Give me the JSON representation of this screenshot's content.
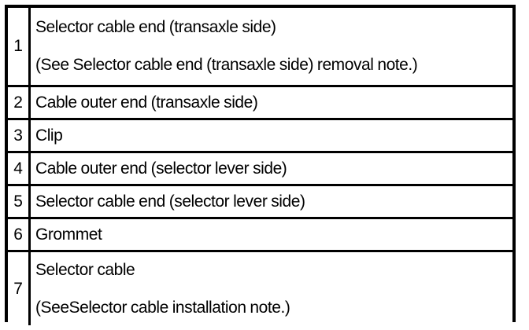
{
  "document": {
    "kind": "parts-legend-table",
    "background_color": "#ffffff",
    "ink_color": "#000000",
    "column_headers_visible": false,
    "columns": [
      "item-number",
      "part-description"
    ]
  },
  "table": {
    "rows": [
      {
        "number": "1",
        "description": "Selector cable end (transaxle side)",
        "note": "(See Selector cable end (transaxle side) removal note.)",
        "two_line": true
      },
      {
        "number": "2",
        "description": "Cable outer end (transaxle side)",
        "note": "",
        "two_line": false
      },
      {
        "number": "3",
        "description": "Clip",
        "note": "",
        "two_line": false
      },
      {
        "number": "4",
        "description": "Cable outer end (selector lever side)",
        "note": "",
        "two_line": false
      },
      {
        "number": "5",
        "description": "Selector cable end (selector lever side)",
        "note": "",
        "two_line": false
      },
      {
        "number": "6",
        "description": "Grommet",
        "note": "",
        "two_line": false
      },
      {
        "number": "7",
        "description": "Selector cable",
        "note": "(SeeSelector cable installation note.)",
        "two_line": true
      }
    ]
  }
}
